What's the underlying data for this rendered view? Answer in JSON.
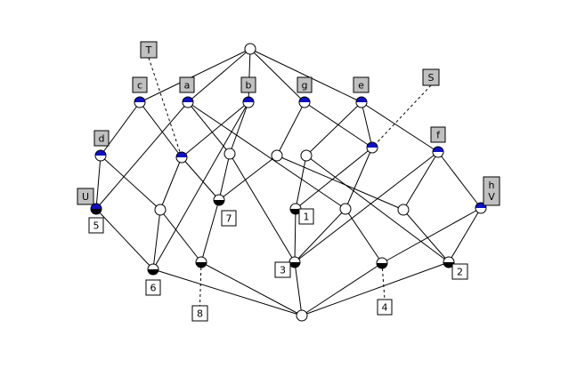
{
  "diagram": {
    "nodes": [
      {
        "id": "top",
        "style": "plain"
      },
      {
        "id": "n_c",
        "style": "attr"
      },
      {
        "id": "n_a",
        "style": "attr"
      },
      {
        "id": "n_b",
        "style": "attr"
      },
      {
        "id": "n_g",
        "style": "attr"
      },
      {
        "id": "n_e",
        "style": "attr"
      },
      {
        "id": "n_d",
        "style": "attr"
      },
      {
        "id": "n_T",
        "style": "attr"
      },
      {
        "id": "m1",
        "style": "plain"
      },
      {
        "id": "m2",
        "style": "plain"
      },
      {
        "id": "m3",
        "style": "plain"
      },
      {
        "id": "n_S",
        "style": "attr"
      },
      {
        "id": "n_f",
        "style": "attr"
      },
      {
        "id": "n_5",
        "style": "both"
      },
      {
        "id": "p1",
        "style": "plain"
      },
      {
        "id": "n_7",
        "style": "obj"
      },
      {
        "id": "n_1",
        "style": "obj"
      },
      {
        "id": "p2",
        "style": "plain"
      },
      {
        "id": "p3",
        "style": "plain"
      },
      {
        "id": "n_hV",
        "style": "attr"
      },
      {
        "id": "n_6",
        "style": "obj"
      },
      {
        "id": "n_8",
        "style": "obj"
      },
      {
        "id": "n_3",
        "style": "obj"
      },
      {
        "id": "n_4",
        "style": "obj"
      },
      {
        "id": "n_2",
        "style": "obj"
      },
      {
        "id": "bottom",
        "style": "plain"
      }
    ],
    "edges": [
      [
        "top",
        "n_c"
      ],
      [
        "top",
        "n_a"
      ],
      [
        "top",
        "n_b"
      ],
      [
        "top",
        "n_g"
      ],
      [
        "top",
        "n_e"
      ],
      [
        "n_c",
        "n_d"
      ],
      [
        "n_c",
        "n_T"
      ],
      [
        "n_a",
        "n_5"
      ],
      [
        "n_a",
        "m1"
      ],
      [
        "n_a",
        "p2"
      ],
      [
        "n_b",
        "n_T"
      ],
      [
        "n_b",
        "m1"
      ],
      [
        "n_b",
        "n_6"
      ],
      [
        "n_g",
        "m2"
      ],
      [
        "n_g",
        "n_S"
      ],
      [
        "n_e",
        "m3"
      ],
      [
        "n_e",
        "n_S"
      ],
      [
        "n_e",
        "n_f"
      ],
      [
        "n_d",
        "n_5"
      ],
      [
        "n_d",
        "p1"
      ],
      [
        "n_T",
        "p1"
      ],
      [
        "n_T",
        "n_7"
      ],
      [
        "m1",
        "n_7"
      ],
      [
        "m1",
        "n_3"
      ],
      [
        "m2",
        "n_7"
      ],
      [
        "m2",
        "p3"
      ],
      [
        "m3",
        "n_1"
      ],
      [
        "m3",
        "n_2"
      ],
      [
        "n_S",
        "n_1"
      ],
      [
        "n_S",
        "p2"
      ],
      [
        "n_f",
        "n_3"
      ],
      [
        "n_f",
        "p3"
      ],
      [
        "n_f",
        "n_hV"
      ],
      [
        "n_5",
        "n_6"
      ],
      [
        "p1",
        "n_6"
      ],
      [
        "p1",
        "n_8"
      ],
      [
        "n_7",
        "n_8"
      ],
      [
        "n_1",
        "n_3"
      ],
      [
        "p2",
        "n_3"
      ],
      [
        "p2",
        "n_4"
      ],
      [
        "p3",
        "n_2"
      ],
      [
        "n_hV",
        "n_4"
      ],
      [
        "n_hV",
        "n_2"
      ],
      [
        "n_6",
        "bottom"
      ],
      [
        "n_8",
        "bottom"
      ],
      [
        "n_3",
        "bottom"
      ],
      [
        "n_4",
        "bottom"
      ],
      [
        "n_2",
        "bottom"
      ]
    ],
    "attribute_labels": [
      {
        "node": "n_c",
        "text": "c"
      },
      {
        "node": "n_a",
        "text": "a"
      },
      {
        "node": "n_b",
        "text": "b"
      },
      {
        "node": "n_g",
        "text": "g"
      },
      {
        "node": "n_e",
        "text": "e"
      },
      {
        "node": "n_d",
        "text": "d"
      },
      {
        "node": "n_f",
        "text": "f"
      },
      {
        "node": "n_5",
        "text": "U"
      },
      {
        "node": "n_T",
        "text": "T"
      },
      {
        "node": "n_S",
        "text": "S"
      },
      {
        "node": "n_hV",
        "text": "h",
        "text2": "V"
      }
    ],
    "object_labels": [
      {
        "node": "n_5",
        "text": "5"
      },
      {
        "node": "n_7",
        "text": "7"
      },
      {
        "node": "n_1",
        "text": "1"
      },
      {
        "node": "n_6",
        "text": "6"
      },
      {
        "node": "n_8",
        "text": "8"
      },
      {
        "node": "n_3",
        "text": "3"
      },
      {
        "node": "n_4",
        "text": "4"
      },
      {
        "node": "n_2",
        "text": "2"
      }
    ],
    "colors": {
      "attribute_fill": "#1010c8",
      "object_fill": "#000000",
      "node_fill": "#ffffff",
      "attribute_label_bg": "#c0c0c0",
      "object_label_bg": "#ffffff",
      "line": "#000000"
    }
  }
}
